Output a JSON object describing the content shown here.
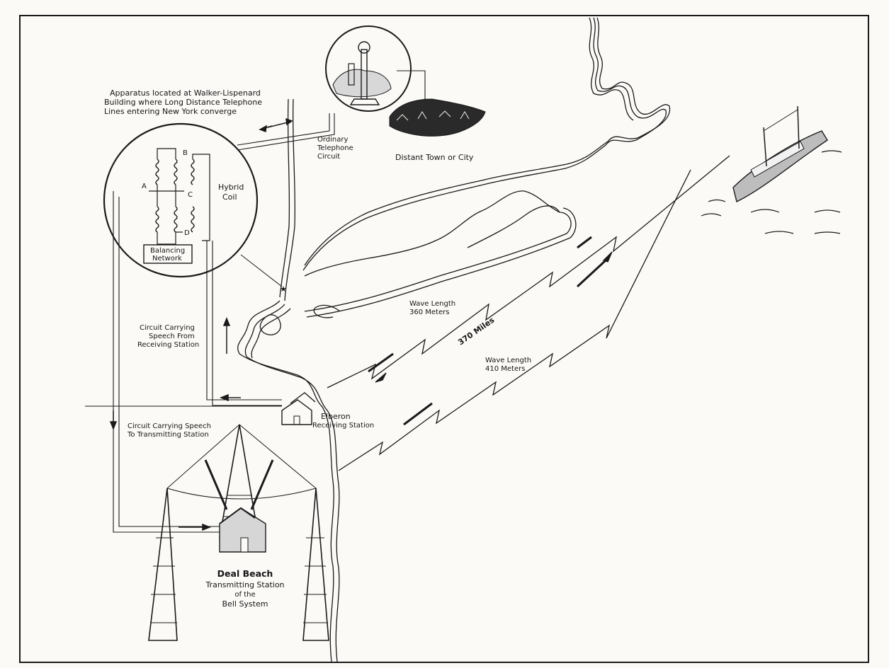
{
  "labels": {
    "apparatus": [
      "Apparatus located at Walker-Lispenard",
      "Building where Long Distance Telephone",
      "Lines entering New York converge"
    ],
    "ordinary_circuit": [
      "Ordinary",
      "Telephone",
      "Circuit"
    ],
    "distant_town": "Distant Town or City",
    "hybrid_coil": [
      "Hybrid",
      "Coil"
    ],
    "balancing_network": [
      "Balancing",
      "Network"
    ],
    "coil_points": [
      "A",
      "B",
      "C",
      "D"
    ],
    "speech_from_receiving": [
      "Circuit Carrying",
      "Speech From",
      "Receiving Station"
    ],
    "speech_to_transmitting": [
      "Circuit Carrying Speech",
      "To Transmitting Station"
    ],
    "wave_360": [
      "Wave Length",
      "360 Meters"
    ],
    "wave_410": [
      "Wave Length",
      "410 Meters"
    ],
    "distance": "370 Miles",
    "elberon": [
      "Elberon",
      "Receiving Station"
    ],
    "deal_beach": [
      "Deal Beach",
      "Transmitting Station",
      "of the",
      "Bell System"
    ]
  }
}
